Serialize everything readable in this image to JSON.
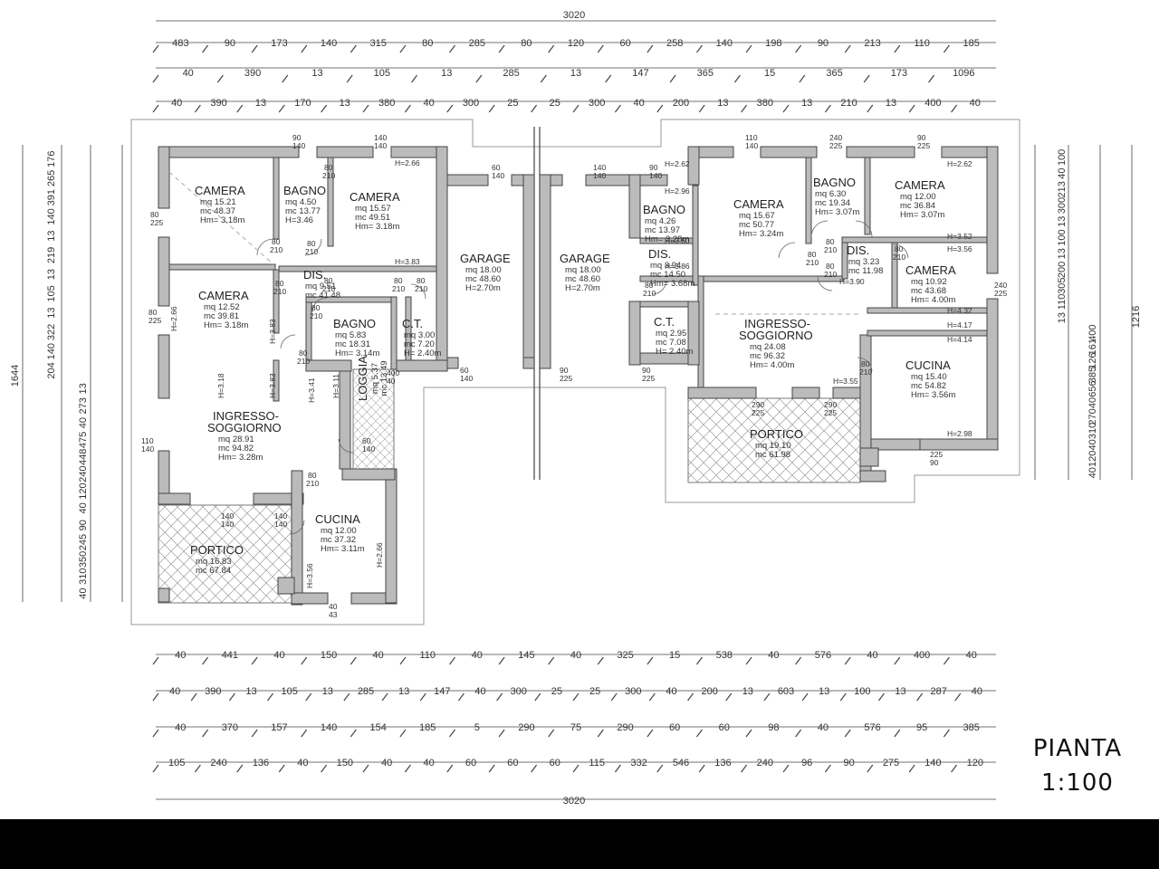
{
  "title": {
    "line1": "PIANTA",
    "line2": "1:100"
  },
  "overall": {
    "top": "3020",
    "bottom": "3020",
    "left": "1644",
    "right": "1216"
  },
  "rooms": [
    {
      "name": "CAMERA",
      "mq": "mq 15.21",
      "mc": "mc 48.37",
      "h": "Hm= 3.18m"
    },
    {
      "name": "BAGNO",
      "mq": "mq  4.50",
      "mc": "mc 13.77",
      "h": "H=3.46"
    },
    {
      "name": "CAMERA",
      "mq": "mq 15.57",
      "mc": "mc 49.51",
      "h": "Hm= 3.18m"
    },
    {
      "name": "CAMERA",
      "mq": "mq 12.52",
      "mc": "mc 39.81",
      "h": "Hm= 3.18m"
    },
    {
      "name": "DIS.",
      "mq": "mq  9.51",
      "mc": "mc 41.48",
      "h": ""
    },
    {
      "name": "BAGNO",
      "mq": "mq  5.83",
      "mc": "mc 18.31",
      "h": "Hm= 3.14m"
    },
    {
      "name": "C.T.",
      "mq": "mq 3.00",
      "mc": "mc 7.20",
      "h": "H= 2.40m"
    },
    {
      "name": "GARAGE",
      "mq": "mq 18.00",
      "mc": "mc 48.60",
      "h": "H=2.70m"
    },
    {
      "name": "GARAGE",
      "mq": "mq 18.00",
      "mc": "mc 48.60",
      "h": "H=2.70m"
    },
    {
      "name": "INGRESSO-",
      "name2": "SOGGIORNO",
      "mq": "mq 28.91",
      "mc": "mc 94.82",
      "h": "Hm= 3.28m"
    },
    {
      "name": "LOGGIA",
      "mq": "mq 5.37",
      "mc": "mc 13.49",
      "h": ""
    },
    {
      "name": "CUCINA",
      "mq": "mq 12.00",
      "mc": "mc 37.32",
      "h": "Hm= 3.11m"
    },
    {
      "name": "PORTICO",
      "mq": "mq 16.83",
      "mc": "mc 67.84",
      "h": ""
    },
    {
      "name": "BAGNO",
      "mq": "mq 4.26",
      "mc": "mc 13.97",
      "h": "Hm= 3.28m"
    },
    {
      "name": "CAMERA",
      "mq": "mq 15.67",
      "mc": "mc 50.77",
      "h": "Hm= 3.24m"
    },
    {
      "name": "BAGNO",
      "mq": "mq 6.30",
      "mc": "mc 19.34",
      "h": "Hm= 3.07m"
    },
    {
      "name": "CAMERA",
      "mq": "mq 12.00",
      "mc": "mc 36.84",
      "h": "Hm= 3.07m"
    },
    {
      "name": "DIS.",
      "mq": "mq 3.94",
      "mc": "mc 14.50",
      "h": "Hm= 3.68m"
    },
    {
      "name": "DIS.",
      "mq": "mq 3.23",
      "mc": "mc 11.98",
      "h": ""
    },
    {
      "name": "CAMERA",
      "mq": "mq 10.92",
      "mc": "mc 43.68",
      "h": "Hm= 4.00m"
    },
    {
      "name": "C.T.",
      "mq": "mq 2.95",
      "mc": "mc 7.08",
      "h": "H= 2.40m"
    },
    {
      "name": "INGRESSO-",
      "name2": "SOGGIORNO",
      "mq": "mq 24.08",
      "mc": "mc 96.32",
      "h": "Hm= 4.00m"
    },
    {
      "name": "CUCINA",
      "mq": "mq 15.40",
      "mc": "mc 54.82",
      "h": "Hm= 3.56m"
    },
    {
      "name": "PORTICO",
      "mq": "mq 19.10",
      "mc": "mc 61.98",
      "h": ""
    }
  ],
  "dim_rows": {
    "top1": [
      "483",
      "90",
      "173",
      "140",
      "315",
      "80",
      "285",
      "80",
      "120",
      "60",
      "258",
      "140",
      "198",
      "90",
      "213",
      "110",
      "185"
    ],
    "top2": [
      "40",
      "390",
      "13",
      "105",
      "13",
      "285",
      "13",
      "147",
      "365",
      "15",
      "365",
      "173",
      "1096"
    ],
    "top3": [
      "40",
      "390",
      "13",
      "170",
      "13",
      "380",
      "40",
      "300",
      "25",
      "25",
      "300",
      "40",
      "200",
      "13",
      "380",
      "13",
      "210",
      "13",
      "400",
      "40"
    ],
    "bot1": [
      "40",
      "441",
      "40",
      "150",
      "40",
      "110",
      "40",
      "145",
      "40",
      "325",
      "15",
      "538",
      "40",
      "576",
      "40",
      "400",
      "40"
    ],
    "bot2": [
      "40",
      "390",
      "13",
      "105",
      "13",
      "285",
      "13",
      "147",
      "40",
      "300",
      "25",
      "25",
      "300",
      "40",
      "200",
      "13",
      "603",
      "13",
      "100",
      "13",
      "287",
      "40"
    ],
    "bot3": [
      "40",
      "370",
      "157",
      "140",
      "154",
      "185",
      "5",
      "290",
      "75",
      "290",
      "60",
      "60",
      "98",
      "40",
      "576",
      "95",
      "385"
    ],
    "bot4": [
      "105",
      "240",
      "136",
      "40",
      "150",
      "40",
      "40",
      "60",
      "60",
      "60",
      "115",
      "332",
      "546",
      "136",
      "240",
      "96",
      "90",
      "275",
      "140",
      "120"
    ],
    "left1": [
      "176",
      "265",
      "391",
      "140",
      "13",
      "219",
      "13",
      "105",
      "13",
      "322",
      "140",
      "204",
      "13",
      "273",
      "40",
      "475",
      "448",
      "240",
      "120",
      "40",
      "90",
      "245",
      "350",
      "310",
      "40"
    ],
    "right1": [
      "100",
      "40",
      "213",
      "300",
      "13",
      "100",
      "13",
      "200",
      "305",
      "110",
      "13",
      "400",
      "161",
      "126",
      "385",
      "656",
      "40",
      "270",
      "310",
      "40",
      "120",
      "40"
    ]
  },
  "heights": [
    "H=2.66",
    "H=3.83",
    "H=2.66",
    "H=3.83",
    "H=3.18",
    "H=3.83",
    "H=3.41",
    "H=3.11",
    "H=2.62",
    "H=2.96",
    "H=3.60",
    "H=3.86",
    "H=3.52",
    "H=3.56",
    "H=3.90",
    "H=4.32",
    "H=4.17",
    "H=4.14",
    "H=3.55",
    "H=2.98",
    "H=3.56",
    "H=2.66",
    "H=2.62"
  ],
  "doors": [
    "80",
    "210",
    "80",
    "210",
    "80",
    "210",
    "80",
    "210",
    "80",
    "210",
    "80",
    "210",
    "80",
    "210",
    "80",
    "210",
    "80",
    "210",
    "80",
    "210",
    "80",
    "210",
    "80",
    "210",
    "80",
    "210",
    "80",
    "210",
    "80",
    "210",
    "80",
    "210"
  ],
  "openings": [
    "90",
    "140",
    "140",
    "140",
    "80",
    "225",
    "80",
    "225",
    "60",
    "140",
    "140",
    "140",
    "90",
    "140",
    "110",
    "140",
    "240",
    "225",
    "90",
    "225",
    "240",
    "225",
    "90",
    "225",
    "290",
    "225",
    "290",
    "225",
    "140",
    "140",
    "140",
    "140",
    "110",
    "140",
    "60",
    "140",
    "60",
    "140",
    "90",
    "225",
    "40",
    "43",
    "225",
    "90",
    "400",
    "40"
  ]
}
